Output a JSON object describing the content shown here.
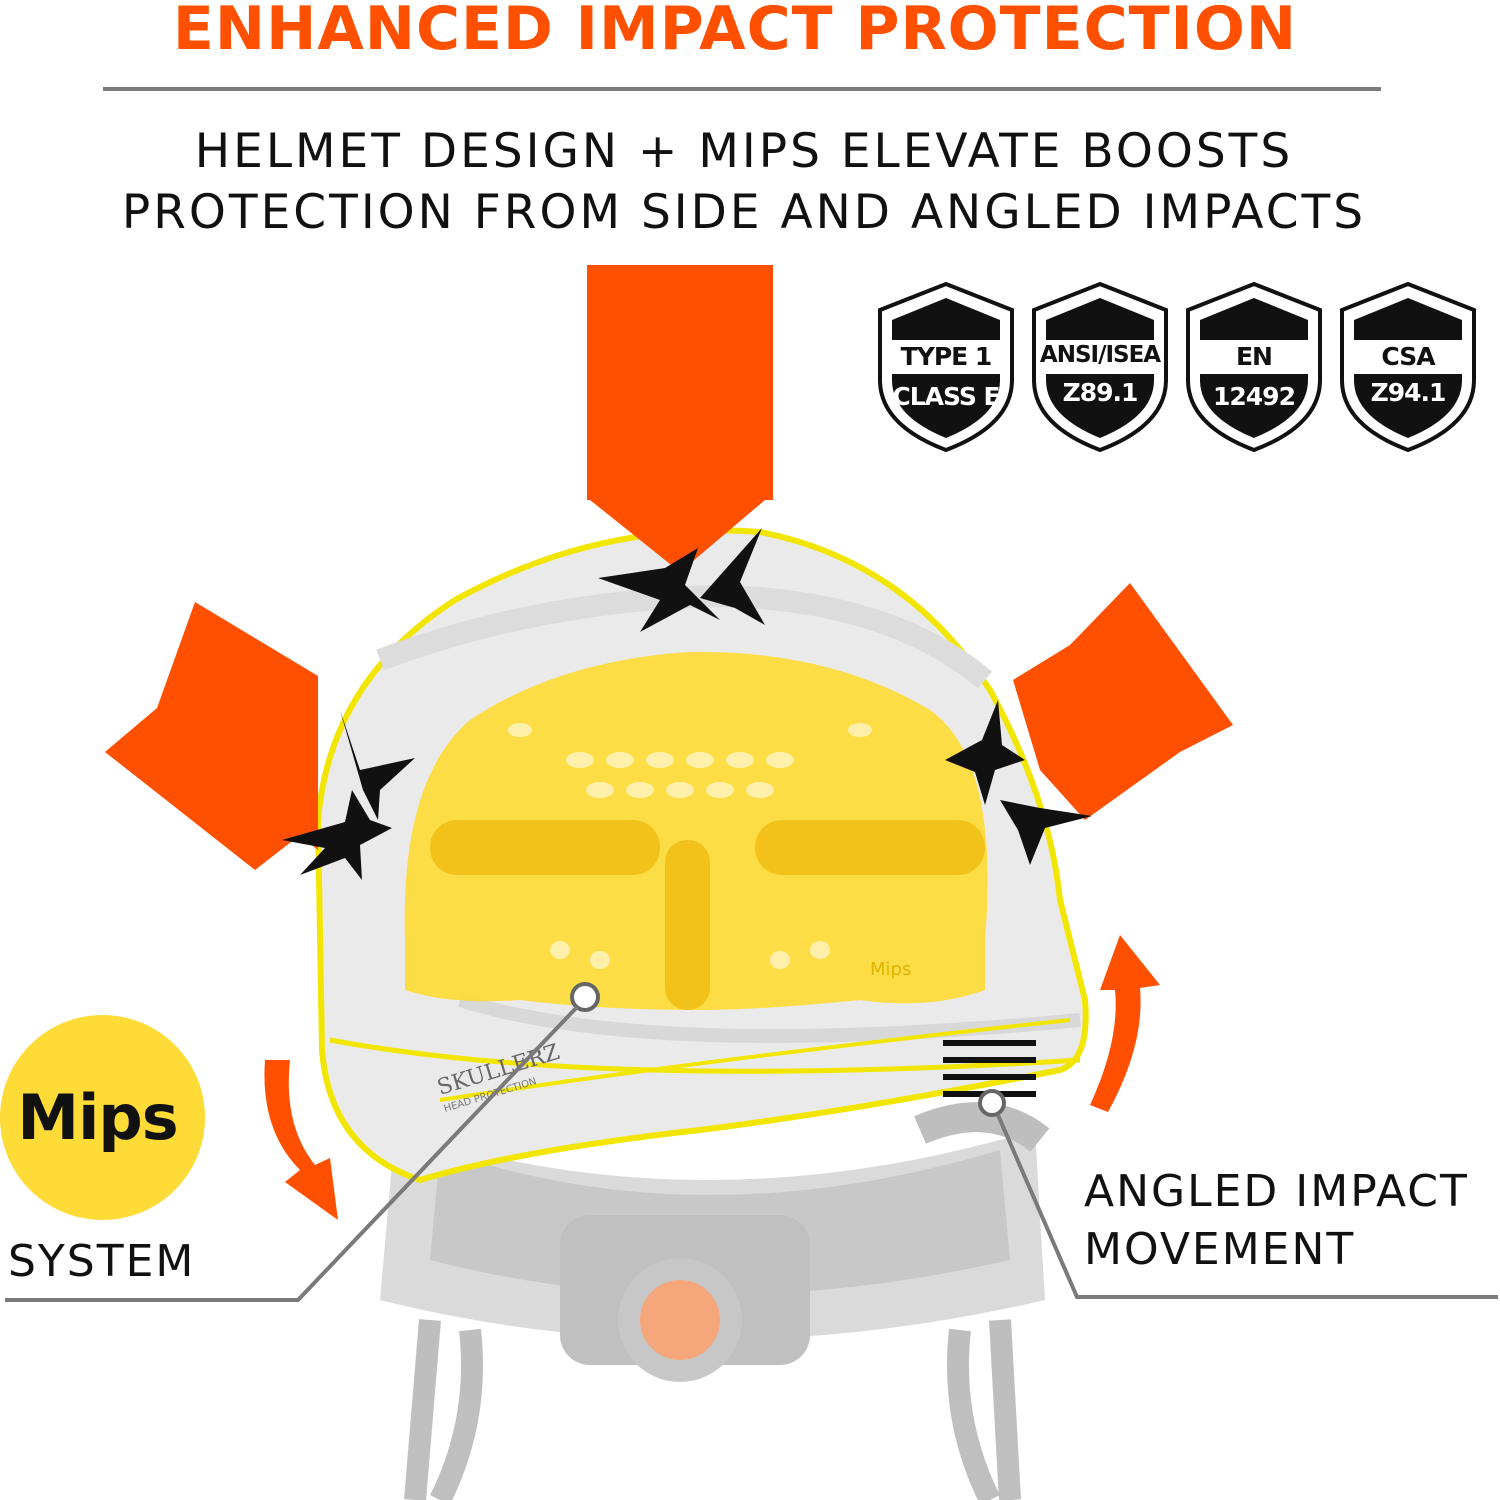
{
  "header": {
    "headline": "ENHANCED IMPACT PROTECTION",
    "subline_1": "HELMET DESIGN + MIPS ELEVATE BOOSTS",
    "subline_2": "PROTECTION FROM SIDE AND ANGLED IMPACTS"
  },
  "certifications": [
    {
      "line1": "TYPE 1",
      "line2": "CLASS E"
    },
    {
      "line1": "ANSI/ISEA",
      "line2": "Z89.1"
    },
    {
      "line1": "EN",
      "line2": "12492"
    },
    {
      "line1": "CSA",
      "line2": "Z94.1"
    }
  ],
  "mips_logo": {
    "text": "Mips"
  },
  "callouts": {
    "system": "SYSTEM",
    "angled_line1": "ANGLED IMPACT",
    "angled_line2": "MOVEMENT"
  },
  "helmet": {
    "brand_text": "SKULLERZ",
    "brand_sub": "HEAD PROTECTION",
    "liner_mark": "Mips"
  },
  "colors": {
    "accent_orange": "#fe5000",
    "mips_yellow": "#fedb36",
    "helmet_outline": "#f2e600",
    "rule_gray": "#7a7a7a",
    "text_dark": "#111111"
  }
}
